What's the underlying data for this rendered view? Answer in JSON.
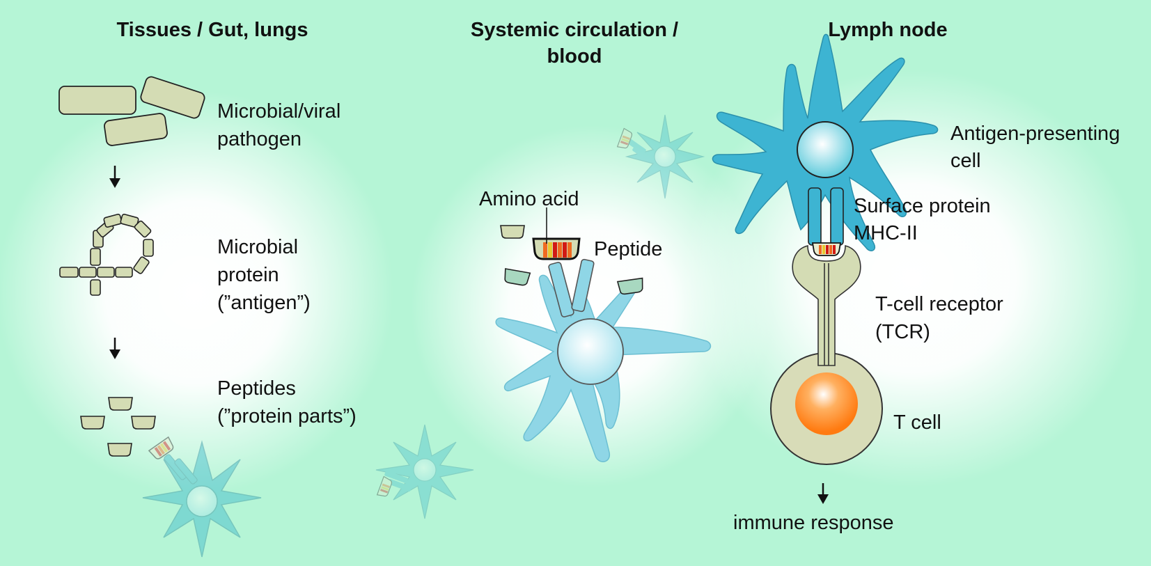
{
  "columns": {
    "tissues": {
      "title": "Tissues / Gut, lungs"
    },
    "blood": {
      "title_line1": "Systemic circulation /",
      "title_line2": "blood"
    },
    "lymph": {
      "title": "Lymph node"
    }
  },
  "labels": {
    "pathogen_1": "Microbial/viral",
    "pathogen_2": "pathogen",
    "protein_1": "Microbial",
    "protein_2": "protein",
    "protein_3": "(”antigen”)",
    "peptides_1": "Peptides",
    "peptides_2": "(”protein parts”)",
    "amino_acid": "Amino acid",
    "peptide": "Peptide",
    "apc_1": "Antigen-presenting",
    "apc_2": "cell",
    "mhc_1": "Surface protein",
    "mhc_2": "MHC-II",
    "tcr_1": "T-cell receptor",
    "tcr_2": "(TCR)",
    "tcell": "T cell",
    "immune": "immune response"
  },
  "colors": {
    "background": "#b5f5d6",
    "pathogen_fill": "#d4dcb4",
    "apc_bright": "#3db4d2",
    "apc_pale": "#8fd6e6",
    "tcell_nucleus": "#ff8a1e",
    "peptide_red": "#d21a14",
    "peptide_orange": "#f06a20",
    "peptide_yellow": "#e8c830"
  },
  "icons": [
    "down-arrow-icon",
    "bacteria-icon",
    "protein-chain-icon",
    "peptide-fragment-icon",
    "dendritic-cell-icon",
    "mhc-receptor-icon",
    "tcr-receptor-icon",
    "t-cell-icon"
  ]
}
